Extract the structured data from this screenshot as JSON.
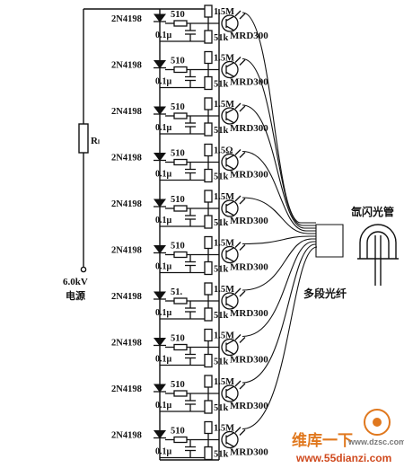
{
  "stage_labels": {
    "scr": "2N4198",
    "res_a": "510",
    "cap": "0.1μ",
    "res_b": "51k",
    "res_c": "1.5M",
    "detector": "MRD300"
  },
  "stage_overrides": [
    {
      "res_c": "1.5M"
    },
    {},
    {},
    {
      "res_c": "1.5Ω"
    },
    {},
    {},
    {
      "res_a": "51."
    },
    {},
    {},
    {}
  ],
  "supply": {
    "load_resistor": "Rₗ",
    "voltage": "6.0kV",
    "label": "电源"
  },
  "labels": {
    "flash_tube": "氙闪光管",
    "fiber": "多段光纤"
  },
  "watermark": {
    "brand_a": "维库一下",
    "site_a": "www.dzsc.com",
    "site_b": "www.55dianzi.com"
  },
  "colors": {
    "ink": "#111111",
    "watermark": "#e0781e"
  }
}
